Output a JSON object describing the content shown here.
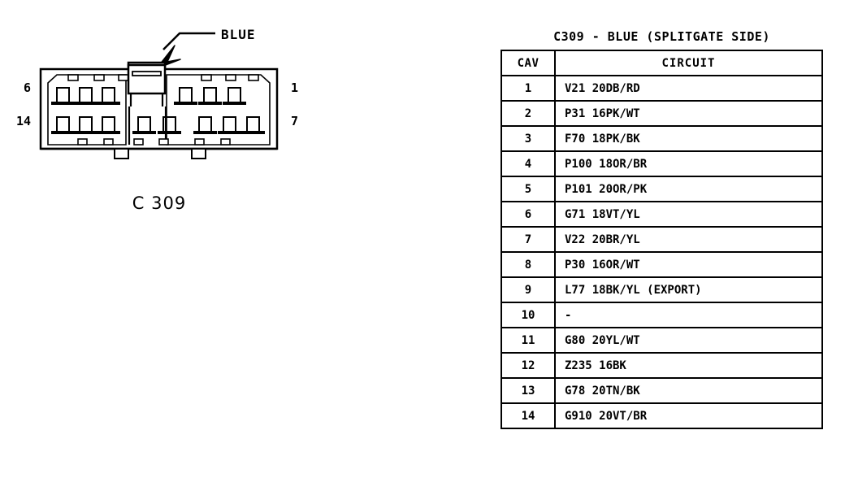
{
  "diagram": {
    "callout_label": "BLUE",
    "connector_name": "C 309",
    "pin_labels": {
      "top_left": "6",
      "bottom_left": "14",
      "top_right": "1",
      "bottom_right": "7"
    }
  },
  "pinout": {
    "title": "C309 - BLUE (SPLITGATE SIDE)",
    "columns": [
      "CAV",
      "CIRCUIT"
    ],
    "rows": [
      {
        "cav": "1",
        "circuit": "V21 20DB/RD"
      },
      {
        "cav": "2",
        "circuit": "P31 16PK/WT"
      },
      {
        "cav": "3",
        "circuit": "F70 18PK/BK"
      },
      {
        "cav": "4",
        "circuit": "P100 18OR/BR"
      },
      {
        "cav": "5",
        "circuit": "P101 20OR/PK"
      },
      {
        "cav": "6",
        "circuit": "G71 18VT/YL"
      },
      {
        "cav": "7",
        "circuit": "V22 20BR/YL"
      },
      {
        "cav": "8",
        "circuit": "P30 16OR/WT"
      },
      {
        "cav": "9",
        "circuit": "L77 18BK/YL (EXPORT)"
      },
      {
        "cav": "10",
        "circuit": "-"
      },
      {
        "cav": "11",
        "circuit": "G80 20YL/WT"
      },
      {
        "cav": "12",
        "circuit": "Z235 16BK"
      },
      {
        "cav": "13",
        "circuit": "G78 20TN/BK"
      },
      {
        "cav": "14",
        "circuit": "G910 20VT/BR"
      }
    ]
  },
  "colors": {
    "ink": "#000000",
    "paper": "#ffffff"
  }
}
